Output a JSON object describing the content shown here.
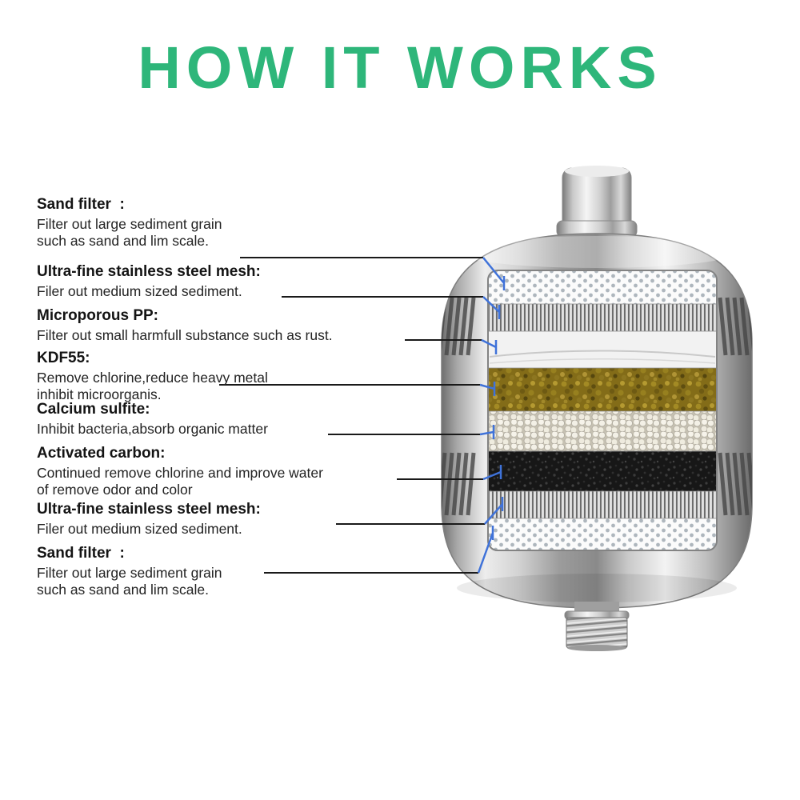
{
  "title": "HOW IT WORKS",
  "colors": {
    "title_green": "#2eb67a",
    "pointer_blue": "#3f72d9",
    "connector_black": "#1a1a1a"
  },
  "callouts": [
    {
      "heading": "Sand filter  :",
      "body": "Filter out large sediment grain\nsuch as sand and lim scale."
    },
    {
      "heading": "Ultra-fine stainless steel mesh:",
      "body": "Filer out medium sized sediment."
    },
    {
      "heading": "Microporous PP:",
      "body": "Filter out small harmfull substance such as rust."
    },
    {
      "heading": "KDF55:",
      "body": "Remove chlorine,reduce heavy metal\ninhibit microorganis."
    },
    {
      "heading": "Calcium sulfite:",
      "body": "Inhibit bacteria,absorb organic matter"
    },
    {
      "heading": "Activated carbon:",
      "body": "Continued remove chlorine and improve water\nof remove odor and color"
    },
    {
      "heading": "Ultra-fine stainless steel mesh:",
      "body": "Filer out medium sized sediment."
    },
    {
      "heading": "Sand filter  :",
      "body": "Filter out large sediment grain\nsuch as sand and lim scale."
    }
  ],
  "diagram": {
    "subject": "shower-water-filter-cutaway",
    "layers": [
      "perforated-plate",
      "stainless-steel-mesh",
      "microporous-pp",
      "kdf55-media",
      "calcium-sulfite-beads",
      "activated-carbon",
      "stainless-steel-mesh",
      "perforated-plate"
    ]
  }
}
